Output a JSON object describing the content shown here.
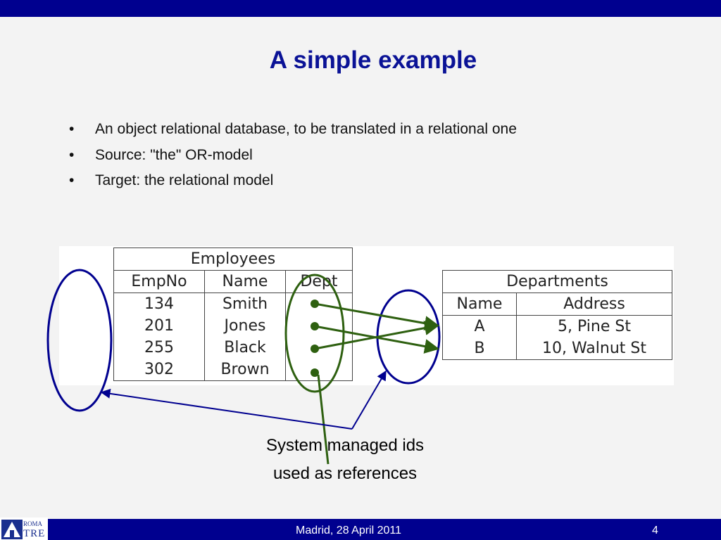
{
  "slide": {
    "title": "A simple example",
    "bullets": [
      "An object relational database, to be translated in a relational one",
      "Source: \"the\" OR-model",
      "Target: the relational model"
    ]
  },
  "employees": {
    "title": "Employees",
    "columns": [
      "EmpNo",
      "Name",
      "Dept"
    ],
    "rows": [
      [
        "134",
        "Smith",
        ""
      ],
      [
        "201",
        "Jones",
        ""
      ],
      [
        "255",
        "Black",
        ""
      ],
      [
        "302",
        "Brown",
        ""
      ]
    ]
  },
  "departments": {
    "title": "Departments",
    "columns": [
      "Name",
      "Address"
    ],
    "rows": [
      [
        "A",
        "5, Pine St"
      ],
      [
        "B",
        "10, Walnut St"
      ]
    ]
  },
  "caption": {
    "line1": "System managed ids",
    "line2": "used as references"
  },
  "footer": {
    "event": "Madrid, 28 April 2011",
    "page": "4",
    "logo_line1": "ROMA",
    "logo_line2": "TRE"
  },
  "colors": {
    "bar": "#00008f",
    "title": "#0a1296",
    "oid_ellipse": "#00008f",
    "reference": "#2e6010"
  }
}
